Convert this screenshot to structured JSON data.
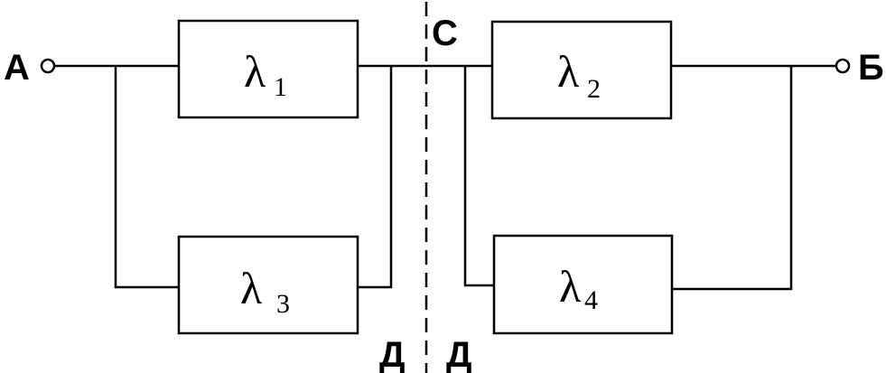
{
  "diagram": {
    "terminals": {
      "a": "А",
      "b": "Б"
    },
    "cut_labels": {
      "top": "С",
      "bottom_left": "Д",
      "bottom_right": "Д"
    },
    "blocks": [
      {
        "symbol": "λ",
        "index": "1"
      },
      {
        "symbol": "λ",
        "index": "2"
      },
      {
        "symbol": "λ",
        "index": "3"
      },
      {
        "symbol": "λ",
        "index": "4"
      }
    ],
    "colors": {
      "line": "#000000",
      "background": "#ffffff"
    }
  }
}
